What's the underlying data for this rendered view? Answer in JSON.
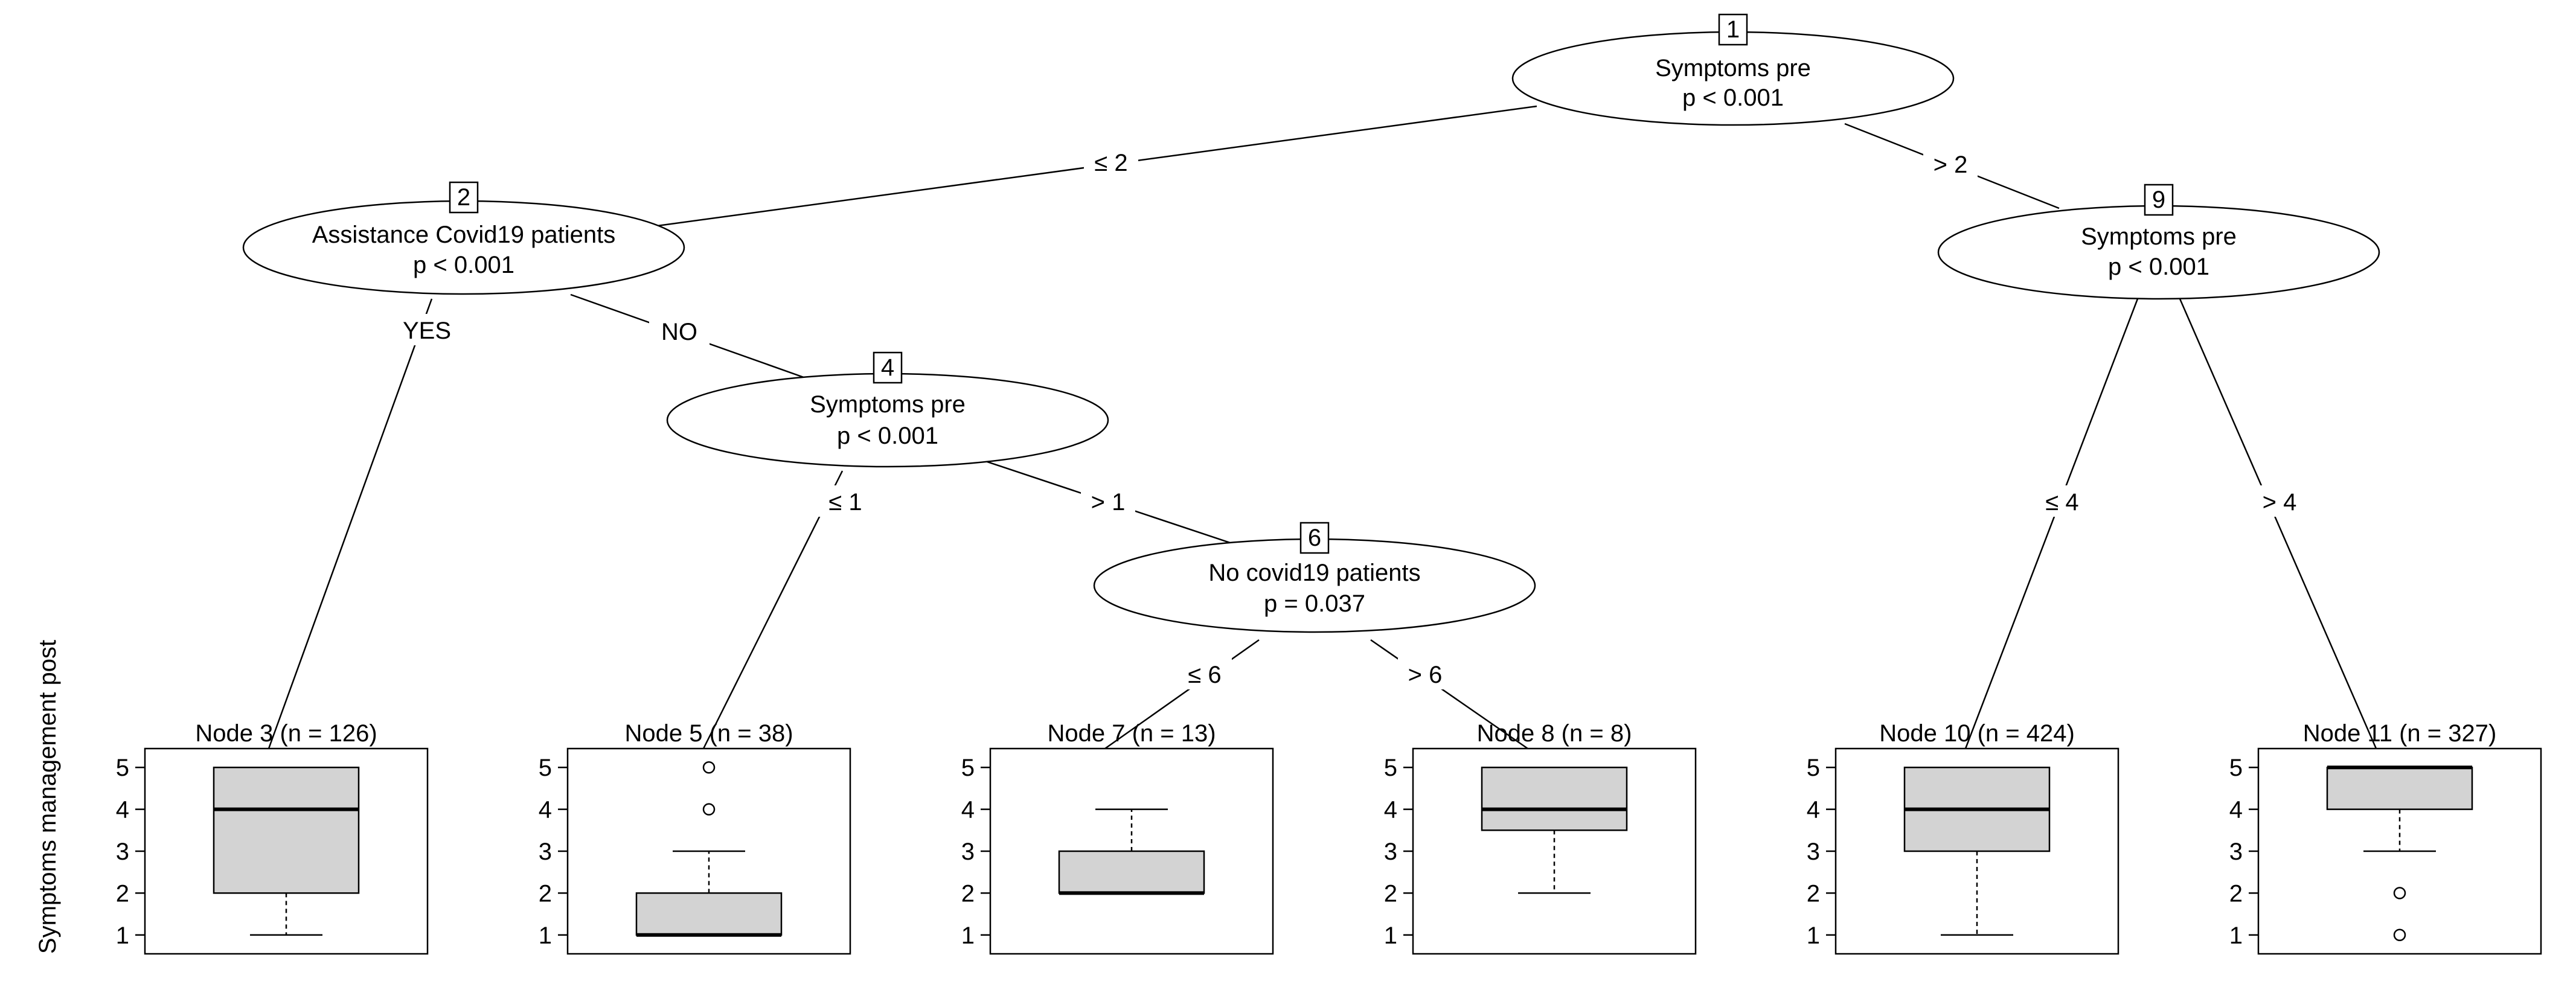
{
  "y_axis_label": "Symptoms management post",
  "y_ticks": [
    "1",
    "2",
    "3",
    "4",
    "5"
  ],
  "inner_nodes": [
    {
      "id": "1",
      "variable": "Symptoms pre",
      "p_value": "p < 0.001"
    },
    {
      "id": "2",
      "variable": "Assistance Covid19 patients",
      "p_value": "p < 0.001"
    },
    {
      "id": "4",
      "variable": "Symptoms pre",
      "p_value": "p < 0.001"
    },
    {
      "id": "6",
      "variable": "No covid19 patients",
      "p_value": "p = 0.037"
    },
    {
      "id": "9",
      "variable": "Symptoms pre",
      "p_value": "p < 0.001"
    }
  ],
  "edges": [
    {
      "from": "1",
      "to": "2",
      "label": "≤ 2"
    },
    {
      "from": "1",
      "to": "9",
      "label": "> 2"
    },
    {
      "from": "2",
      "to": "3",
      "label": "YES"
    },
    {
      "from": "2",
      "to": "4",
      "label": "NO"
    },
    {
      "from": "4",
      "to": "5",
      "label": "≤ 1"
    },
    {
      "from": "4",
      "to": "6",
      "label": "> 1"
    },
    {
      "from": "6",
      "to": "7",
      "label": "≤ 6"
    },
    {
      "from": "6",
      "to": "8",
      "label": "> 6"
    },
    {
      "from": "9",
      "to": "10",
      "label": "≤ 4"
    },
    {
      "from": "9",
      "to": "11",
      "label": "> 4"
    }
  ],
  "terminal_nodes": [
    {
      "id": "3",
      "title": "Node 3 (n = 126)",
      "q1": 2,
      "median": 4,
      "q3": 5,
      "whisker_low": 1,
      "whisker_high": 5,
      "outliers": []
    },
    {
      "id": "5",
      "title": "Node 5 (n = 38)",
      "q1": 1,
      "median": 1,
      "q3": 2,
      "whisker_low": 1,
      "whisker_high": 3,
      "outliers": [
        4,
        5
      ]
    },
    {
      "id": "7",
      "title": "Node 7 (n = 13)",
      "q1": 2,
      "median": 2,
      "q3": 3,
      "whisker_low": 2,
      "whisker_high": 4,
      "outliers": []
    },
    {
      "id": "8",
      "title": "Node 8 (n = 8)",
      "q1": 3.5,
      "median": 4,
      "q3": 5,
      "whisker_low": 2,
      "whisker_high": 5,
      "outliers": []
    },
    {
      "id": "10",
      "title": "Node 10 (n = 424)",
      "q1": 3,
      "median": 4,
      "q3": 5,
      "whisker_low": 1,
      "whisker_high": 5,
      "outliers": []
    },
    {
      "id": "11",
      "title": "Node 11 (n = 327)",
      "q1": 4,
      "median": 5,
      "q3": 5,
      "whisker_low": 3,
      "whisker_high": 5,
      "outliers": [
        1,
        2
      ]
    }
  ]
}
